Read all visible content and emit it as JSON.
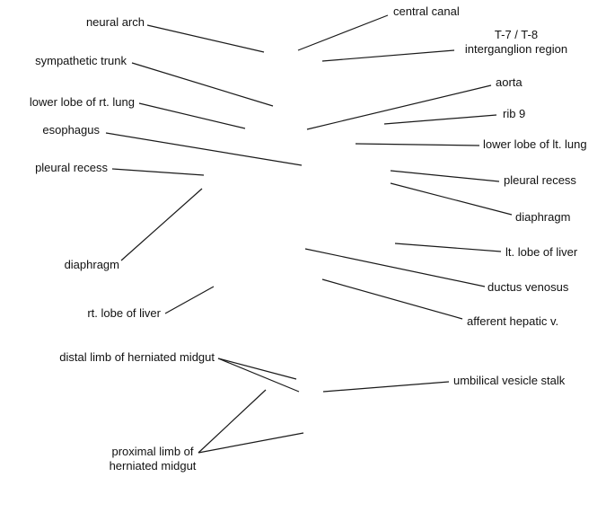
{
  "labels": {
    "neural_arch": "neural arch",
    "central_canal": "central canal",
    "t7_t8_line1": "T-7 / T-8",
    "t7_t8_line2": "interganglion region",
    "sympathetic_trunk": "sympathetic trunk",
    "lower_lobe_rt_lung": "lower lobe of rt. lung",
    "aorta": "aorta",
    "rib9": "rib 9",
    "esophagus": "esophagus",
    "lower_lobe_lt_lung": "lower lobe of lt. lung",
    "pleural_recess_left": "pleural recess",
    "pleural_recess_right": "pleural recess",
    "diaphragm_right": "diaphragm",
    "diaphragm_left": "diaphragm",
    "lt_lobe_liver": "lt. lobe of liver",
    "ductus_venosus": "ductus venosus",
    "rt_lobe_liver": "rt. lobe of liver",
    "afferent_hepatic_v": "afferent hepatic v.",
    "distal_limb": "distal limb of herniated midgut",
    "umbilical_vesicle_stalk": "umbilical vesicle stalk",
    "proximal_limb_line1": "proximal limb of",
    "proximal_limb_line2": "herniated midgut"
  },
  "colors": {
    "background": "#ffffff",
    "line": "#1a1a1a",
    "text": "#111111"
  }
}
